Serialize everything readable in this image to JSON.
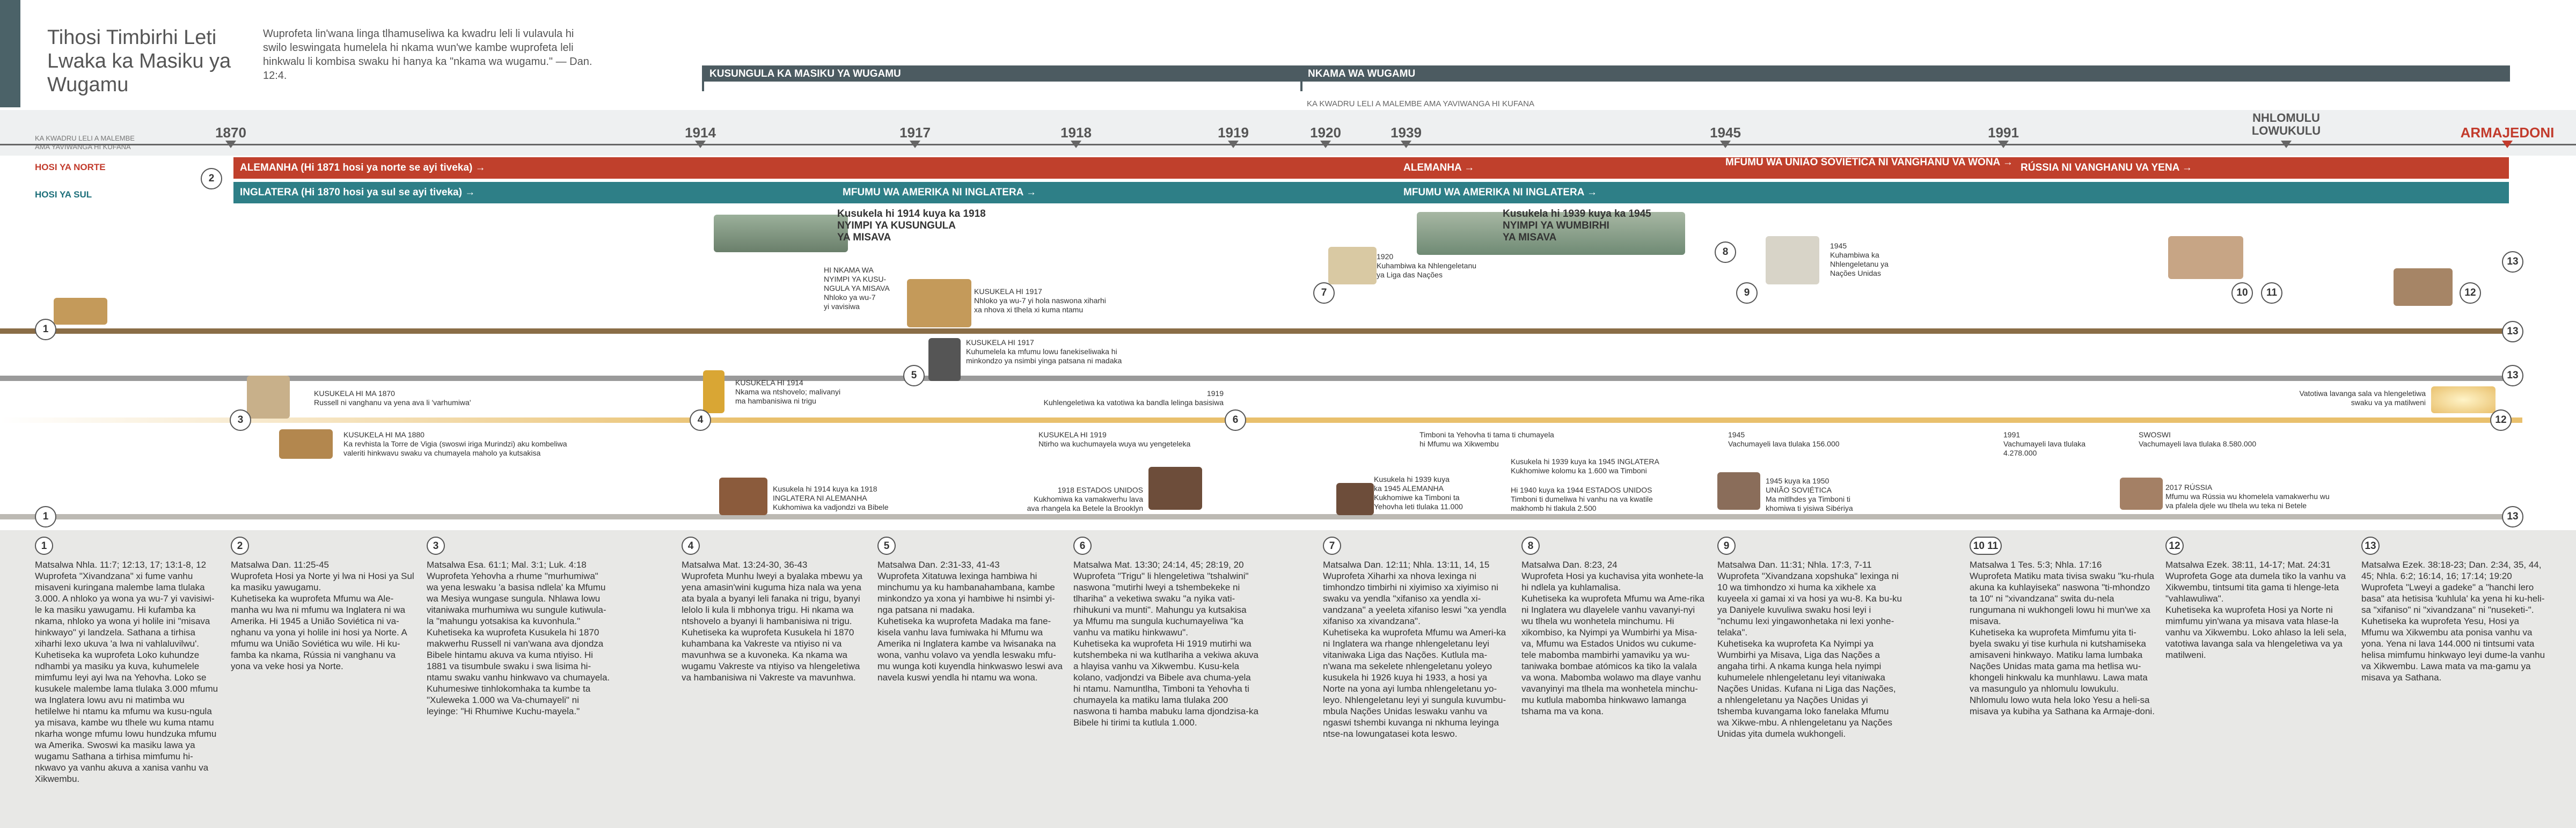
{
  "title": "Tihosi Timbirhi Leti Lwaka ka Masiku ya Wugamu",
  "intro": "Wuprofeta lin'wana linga tlhamuseliwa ka kwadru leli li vulavula hi swilo leswingata humelela hi nkama wun'we kambe wuprofeta leli hinkwalu li kombisa swaku hi hanya ka \"nkama wa wugamu.\" — Dan. 12:4.",
  "eras": {
    "first": "KUSUNGULA KA MASIKU YA WUGAMU",
    "second": "NKAMA WA WUGAMU",
    "sub": "KA KWADRU LELI A MALEMBE AMA YAVIWANGA HI KUFANA"
  },
  "axis_note": "KA KWADRU LELI A MALEMBE\nAMA YAVIWANGA HI KUFANA",
  "years": [
    "1870",
    "1914",
    "1917",
    "1918",
    "1919",
    "1920",
    "1939",
    "1945",
    "1991",
    "NHLOMULU\nLOWUKULU",
    "ARMAJEDONI"
  ],
  "rows": {
    "north": "HOSI YA NORTE",
    "south": "HOSI YA SUL"
  },
  "bands": {
    "north_1": "ALEMANHA (Hi 1871 hosi ya norte se ayi tiveka)  →",
    "north_2": "ALEMANHA  →",
    "north_3": "MFUMU WA UNIÃO SOVIÉTICA\nNI VANGHANU VA WONA  →",
    "north_4": "RÚSSIA NI VANGHANU VA YENA  →",
    "south_1": "INGLATERA (Hi 1870 hosi ya sul se ayi tiveka)  →",
    "south_2": "MFUMU WA AMERIKA NI INGLATERA  →",
    "south_3": "MFUMU WA AMERIKA NI INGLATERA  →"
  },
  "annotations": {
    "w1914": "Kusukela hi 1914 kuya ka 1918\nNYIMPI YA KUSUNGULA\nYA MISAVA",
    "w1939": "Kusukela hi 1939 kuya ka 1945\nNYIMPI YA WUMBIRHI\nYA MISAVA",
    "nkama": "HI NKAMA WA\nNYIMPI YA KUSU-\nNGULA YA MISAVA\nNhloko ya wu-7\nyi vavisiwa",
    "k1917a": "KUSUKELA HI 1917\nNhloko ya wu-7 yi hola naswona xiharhi\nxa nhova xi tlhela xi kuma ntamu",
    "k1917b": "KUSUKELA HI 1917\nKuhumelela ka mfumu lowu fanekiseliwaka hi\nminkondzo ya nsimbi yinga patsana ni madaka",
    "l1920": "1920\nKuhambiwa ka Nhlengeletanu\nya Liga das Nações",
    "l1945": "1945\nKuhambiwa ka\nNhlengeletanu ya\nNações Unidas",
    "k1878": "KUSUKELA HI MA 1870\nRussell ni vanghanu va yena ava li 'varhumiwa'",
    "k1914": "KUSUKELA HI 1914\nNkama wa ntshovelo; malivanyi\nma hambanisiwa ni trigu",
    "t1919": "1919\nKuhlengeletiwa ka vatotiwa ka bandla lelinga basisiwa",
    "t1919b": "KUSUKELA HI 1919\nNtirho wa kuchumayela wuya wu yengeteleka",
    "k1880": "KUSUKELA HI MA 1880\nKa revhista la Torre de Vigia (swoswi iriga Murindzi) aku kombeliwa\nvaleriti hinkwavu swaku va chumayela maholo ya kutsakisa",
    "timbone": "Timboni ta Yehovha ti tama ti chumayela\nhi Mfumu wa Xikwembu",
    "k1939": "Kusukela hi 1939 kuya ka 1945 INGLATERA\nKukhomiwe kolomu ka 1.600 wa Timboni",
    "k1940": "Hi 1940 kuya ka 1944 ESTADOS UNIDOS\nTimboni ti dumeliwa hi vanhu na va kwatile\nmakhomb hi tlakula 2.500",
    "k1939b": "Kusukela hi 1939 kuya\nka 1945 ALEMANHA\nKukhomiwe ka Timboni ta\nYehovha leti tlulaka 11.000",
    "k1945b": "1945 kuya ka 1950\nUNIÃO SOVIÉTICA\nMa mitlhdes ya Timboni ti\nkhomiwa ti yisiwa Sibériya",
    "k1918": "Kusukela hi 1914 kuya ka 1918\nINGLATERA NI ALEMANHA\nKukhomiwa ka vadjondzi va Bibele",
    "es1918": "1918 ESTADOS UNIDOS\nKukhomiwa ka vamakwerhu lava\nava rhangela ka Betele la Brooklyn",
    "s1945": "1945\nVachumayeli lava tlulaka 156.000",
    "s1991": "1991\nVachumayeli lava tlulaka\n4.278.000",
    "swoswi": "SWOSWI\nVachumayeli lava tlulaka 8.580.000",
    "r2017": "2017 RÚSSIA\nMfumu wa Rússia wu khomelela vamakwerhu wu\nva pfalela djele wu tlhela wu teka ni Betele",
    "vatotiwa": "Vatotiwa lavanga sala va hlengeletiwa\nswaku va ya matilweni"
  },
  "columns": [
    {
      "n": "1",
      "ref": "Matsalwa Nhla. 11:7; 12:13, 17; 13:1-8, 12",
      "body": "Wuprofeta \"Xivandzana\" xi fume vanhu misaveni kuringana malembe lama tlulaka 3.000. A nhloko ya wona ya wu-7 yi vavisiwi-le ka masiku yawugamu. Hi kufamba ka nkama, nhloko ya wona yi holile ini \"misava hinkwayo\" yi landzela. Sathana a tirhisa xiharhi lexo ukuva 'a lwa ni vahlaluvilwu'.\nKuhetiseka ka wuprofeta Loko kuhundze ndhambi ya masiku ya kuva, kuhumelele mimfumu leyi ayi lwa na Yehovha. Loko se kusukele malembe lama tlulaka 3.000 mfumu wa Inglatera lowu avu ni matimba wu hetilelwe hi ntamu ka mfumu wa kusu-ngula ya misava, kambe wu tlhele wu kuma ntamu nkarha wonge mfumu lowu hundzuka mfumu wa Amerika. Swoswi ka masiku lawa ya wugamu Sathana a tirhisa mimfumu hi-nkwavo ya vanhu akuva a xanisa vanhu va Xikwembu."
    },
    {
      "n": "2",
      "ref": "Matsalwa Dan. 11:25-45",
      "body": "Wuprofeta Hosi ya Norte yi lwa ni Hosi ya Sul ka masiku yawugamu.\nKuhetiseka ka wuprofeta Mfumu wa Ale-manha wu lwa ni mfumu wa Inglatera ni wa Amerika. Hi 1945 a União Soviética ni va-nghanu va yona yi holile ini hosi ya Norte. A mfumu wa União Soviética wu wile. Hi ku-famba ka nkama, Rússia ni vanghanu va yona va veke hosi ya Norte."
    },
    {
      "n": "3",
      "ref": "Matsalwa Esa. 61:1; Mal. 3:1; Luk. 4:18",
      "body": "Wuprofeta Yehovha a rhume \"murhumiwa\" wa yena leswaku 'a basisa ndlela' ka Mfumu wa Mesiya wungase sungula. Nhlawa lowu vitaniwaka murhumiwa wu sungule kutiwula-la \"mahungu yotsakisa ka kuvonhula.\"\nKuhetiseka ka wuprofeta Kusukela hi 1870 makwerhu Russell ni van'wana ava djondza Bibele hintamu akuva va kuma ntiyiso. Hi 1881 va tisumbule swaku i swa lisima hi-ntamu swaku vanhu hinkwavo va chumayela. Kuhumesiwe tinhlokomhaka ta kumbe ta \"Xuleweka 1.000 wa Va-chumayeli\" ni leyinge: \"Hi Rhumiwe Kuchu-mayela.\""
    },
    {
      "n": "4",
      "ref": "Matsalwa Mat. 13:24-30, 36-43",
      "body": "Wuprofeta Munhu lweyi a byalaka mbewu ya yena amasin'wini kuguma hiza nala wa yena ata byala a byanyi leli fanaka ni trigu, byanyi lelolo li kula li mbhonya trigu. Hi nkama wa ntshovelo a byanyi li hambanisiwa ni trigu.\nKuhetiseka ka wuprofeta Kusukela hi 1870 kuhambana ka Vakreste va ntiyiso ni va mavunhwa se a kuvoneka. Ka nkama wa wugamu Vakreste va ntiyiso va hlengeletiwa va hambanisiwa ni Vakreste va mavunhwa."
    },
    {
      "n": "5",
      "ref": "Matsalwa Dan. 2:31-33, 41-43",
      "body": "Wuprofeta Xitatuwa lexinga hambiwa hi minchumu ya ku hambanahambana, kambe minkondzo ya xona yi hambiwe hi nsimbi yi-nga patsana ni madaka.\nKuhetiseka ka wuprofeta Madaka ma fane-kisela vanhu lava fumiwaka hi Mfumu wa Amerika ni Inglatera kambe va lwisanaka na wona, vanhu volavo va yendla leswaku mfu-mu wunga koti kuyendla hinkwaswo leswi ava navela kuswi yendla hi ntamu wa wona."
    },
    {
      "n": "6",
      "ref": "Matsalwa Mat. 13:30; 24:14, 45; 28:19, 20",
      "body": "Wuprofeta \"Trigu\" li hlengeletiwa \"tshalwini\" naswona \"mutirhi lweyi a tshembekeke ni tlhariha\" a veketiwa swaku \"a nyika vati-rhihukuni va munti\". Mahungu ya kutsakisa ya Mfumu ma sungula kuchumayeliwa \"ka vanhu va matiku hinkwawu\".\nKuhetiseka ka wuprofeta Hi 1919 mutirhi wa kutshembeka ni wa kutlhariha a vekiwa akuva a hlayisa vanhu va Xikwembu. Kusu-kela kolano, vadjondzi va Bibele ava chuma-yela hi ntamu. Namuntlha, Timboni ta Yehovha ti chumayela ka matiku lama tlulaka 200 naswona ti hamba mabuku lama djondzisa-ka Bibele hi tirimi ta kutlula 1.000."
    },
    {
      "n": "7",
      "ref": "Matsalwa Dan. 12:11; Nhla. 13:11, 14, 15",
      "body": "Wuprofeta Xiharhi xa nhova lexinga ni timhondzo timbirhi ni xiyimiso xa xiyimiso ni swaku va yendla \"xifaniso xa yendla xi-vandzana\" a yeeleta xifaniso leswi \"xa yendla xifaniso xa xivandzana\".\nKuhetiseka ka wuprofeta Mfumu wa Ameri-ka ni Inglatera wa rhange nhlengeletanu leyi vitaniwaka Liga das Nações. Kutlula ma-n'wana ma sekelete nhlengeletanu yoleyo kusukela hi 1926 kuya hi 1933, a hosi ya Norte na yona ayi lumba nhlengeletanu yo-leyo. Nhlengeletanu leyi yi sungula kuvumbu-mbula Nações Unidas leswaku vanhu va ngaswi tshembi kuvanga ni nkhuma leyinga ntse-na lowungatasei kota leswo."
    },
    {
      "n": "8",
      "ref": "Matsalwa Dan. 8:23, 24",
      "body": "Wuprofeta Hosi ya kuchavisa yita wonhete-la hi ndlela ya kuhlamalisa.\nKuhetiseka ka wuprofeta Mfumu wa Ame-rika ni Inglatera wu dlayelele vanhu vavanyi-nyi wu tlhela wu wonhetela minchumu. Hi xikombiso, ka Nyimpi ya Wumbirhi ya Misa-va, Mfumu wa Estados Unidos wu cukume-tele mabomba mambirhi yamaviku ya wu-taniwaka bombae atómicos ka tiko la valala va wona. Mabomba wolawo ma dlaye vanhu vavanyinyi ma tlhela ma wonhetela minchu-mu kutlula mabomba hinkwawo lamanga tshama ma va kona."
    },
    {
      "n": "9",
      "ref": "Matsalwa Dan. 11:31; Nhla. 17:3, 7-11",
      "body": "Wuprofeta \"Xivandzana xopshuka\" lexinga ni 10 wa timhondzo xi huma ka xikhele xa kuyeela xi gamai xi va hosi ya wu-8. Ka bu-ku ya Daniyele kuvuliwa swaku hosi leyi i \"nchumu lexi yingawonhetaka ni lexi yonhe-telaka\".\nKuhetiseka ka wuprofeta Ka Nyimpi ya Wumbirhi ya Misava, Liga das Nações a angaha tirhi. A nkama kunga hela nyimpi kuhumelele nhlengeletanu leyi vitaniwaka Nações Unidas. Kufana ni Liga das Nações, a nhlengeletanu ya Nações Unidas yi tshemba kuvangama loko fanelaka Mfumu wa Xikwe-mbu. A nhlengeletanu ya Nações Unidas yita dumela wukhongeli."
    },
    {
      "n": "10 11",
      "ref": "Matsalwa 1 Tes. 5:3; Nhla. 17:16",
      "body": "Wuprofeta Matiku mata tivisa swaku \"ku-rhula akuna ka kuhlayiseka\" naswona \"ti-mhondzo ta 10\" ni \"xivandzana\" swita du-nela rungumana ni wukhongeli lowu hi mun'we xa misava.\nKuhetiseka ka wuprofeta Mimfumu yita ti-byela swaku yi tise kurhula ni kutshamiseka amisaveni hinkwayo. Matiku lama lumbaka Nações Unidas mata gama ma hetlisa wu-khongeli hinkwalu ka munhlawu. Lawa mata va masungulo ya nhlomulu lowukulu. Nhlomulu lowo wuta hela loko Yesu a heli-sa misava ya kubiha ya Sathana ka Armaje-doni."
    },
    {
      "n": "12",
      "ref": "Matsalwa Ezek. 38:11, 14-17; Mat. 24:31",
      "body": "Wuprofeta Goge ata dumela tiko la vanhu va Xikwembu, tintsumi tita gama ti hlenge-leta \"vahlawuliwa\".\nKuhetiseka ka wuprofeta Hosi ya Norte ni mimfumu yin'wana ya misava vata hlase-la vanhu va Xikwembu. Loko ahlaso la leli sela, vatotiwa lavanga sala va hlengeletiwa va ya matilweni."
    },
    {
      "n": "13",
      "ref": "Matsalwa Ezek. 38:18-23; Dan. 2:34, 35, 44, 45; Nhla. 6:2; 16:14, 16; 17:14; 19:20",
      "body": "Wuprofeta \"Lweyi a gadeke\" a \"hanchi lero basa\" ata hetisisa 'kuhlula' ka yena hi ku-heli-sa \"xifaniso\" ni \"xivandzana\" ni \"nuseketi-\".\nKuhetiseka ka wuprofeta Yesu, Hosi ya Mfumu wa Xikwembu ata ponisa vanhu va yona. Yena ni lava 144.000 ni tintsumi vata helisa mimfumu hinkwayo leyi dume-la vanhu va Xikwembu. Lawa mata va ma-gamu ya misava ya Sathana."
    }
  ]
}
